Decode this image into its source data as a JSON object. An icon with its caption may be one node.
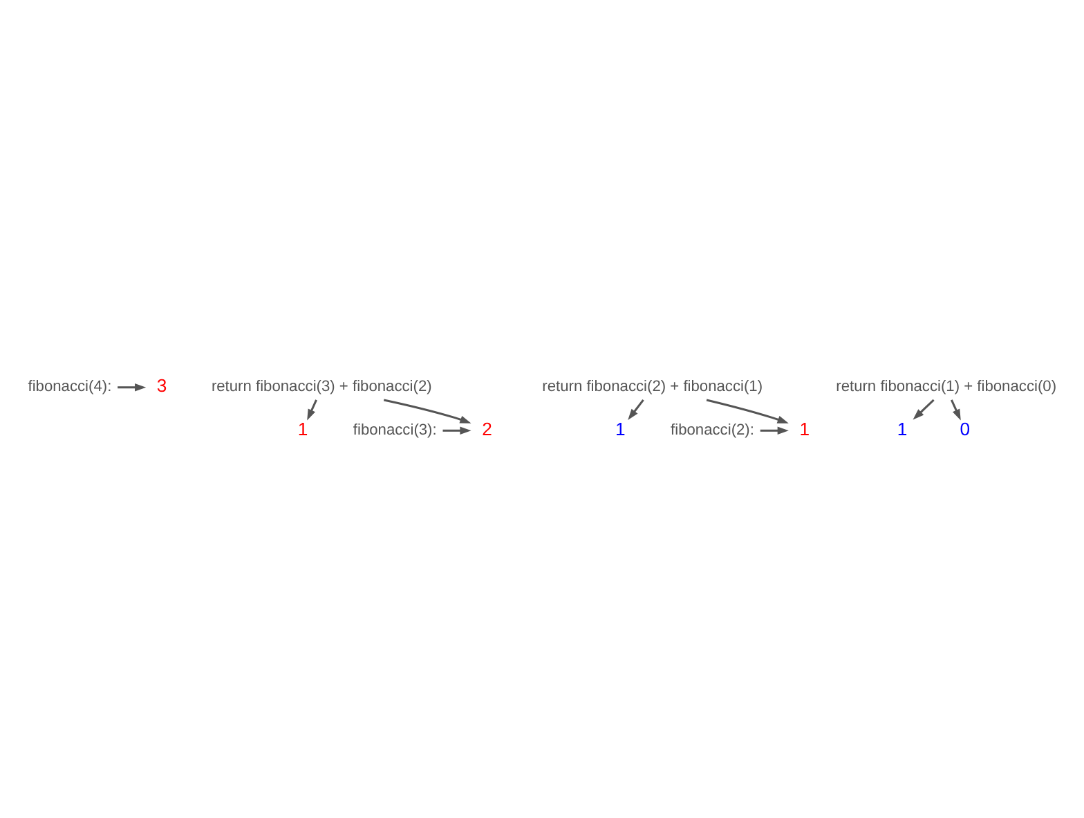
{
  "diagram": {
    "nodes": [
      {
        "text": [
          "fibonacci(4):"
        ]
      },
      {
        "text": [
          "3"
        ]
      },
      {
        "text": [
          "return fibonacci(3) + fibonacci(2)"
        ]
      },
      {
        "text": [
          "fibonacci(3):"
        ]
      },
      {
        "text": [
          "2"
        ]
      },
      {
        "text": [
          "1"
        ]
      },
      {
        "text": [
          "return fibonacci(2) + fibonacci(1)"
        ]
      },
      {
        "text": [
          "fibonacci(2):"
        ]
      },
      {
        "text": [
          "1"
        ]
      },
      {
        "text": [
          "1"
        ]
      },
      {
        "text": [
          "return fibonacci(1) + fibonacci(0)"
        ]
      },
      {
        "text": [
          "1"
        ]
      },
      {
        "text": [
          "0"
        ]
      }
    ],
    "edges": [
      {
        "from": 0,
        "to": 1,
        "arrow": "to"
      },
      {
        "from": 2,
        "to": 4,
        "arrow": "to"
      },
      {
        "from": 2,
        "to": 5,
        "arrow": "to"
      },
      {
        "from": 3,
        "to": 4,
        "arrow": "to"
      },
      {
        "from": 6,
        "to": 8,
        "arrow": "to"
      },
      {
        "from": 6,
        "to": 9,
        "arrow": "to"
      },
      {
        "from": 7,
        "to": 8,
        "arrow": "to"
      },
      {
        "from": 10,
        "to": 11,
        "arrow": "to"
      },
      {
        "from": 10,
        "to": 12,
        "arrow": "to"
      }
    ]
  }
}
